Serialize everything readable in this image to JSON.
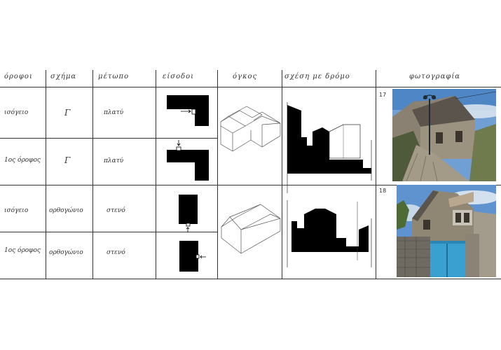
{
  "headers": {
    "floors": "όροφοι",
    "shape": "σχήμα",
    "facade": "μέτωπο",
    "entrances": "είσοδοι",
    "volume": "όγκος",
    "relation_to_street": "σχέση με δρόμο",
    "photo": "φωτογραφία"
  },
  "buildings": [
    {
      "photo_number": "17",
      "rows": [
        {
          "floor": "ισόγειο",
          "shape": "Γ",
          "facade": "πλατύ"
        },
        {
          "floor": "1ος όροφος",
          "shape": "Γ",
          "facade": "πλατύ"
        }
      ]
    },
    {
      "photo_number": "18",
      "rows": [
        {
          "floor": "ισόγειο",
          "shape": "ορθογώνιο",
          "facade": "στενό"
        },
        {
          "floor": "1ος όροφος",
          "shape": "ορθογώνιο",
          "facade": "στενό"
        }
      ]
    }
  ],
  "colors": {
    "ink": "#000000",
    "line": "#333333",
    "sky": "#5f93cf",
    "stone": "#8a8172",
    "door_blue": "#3aa0d0"
  }
}
